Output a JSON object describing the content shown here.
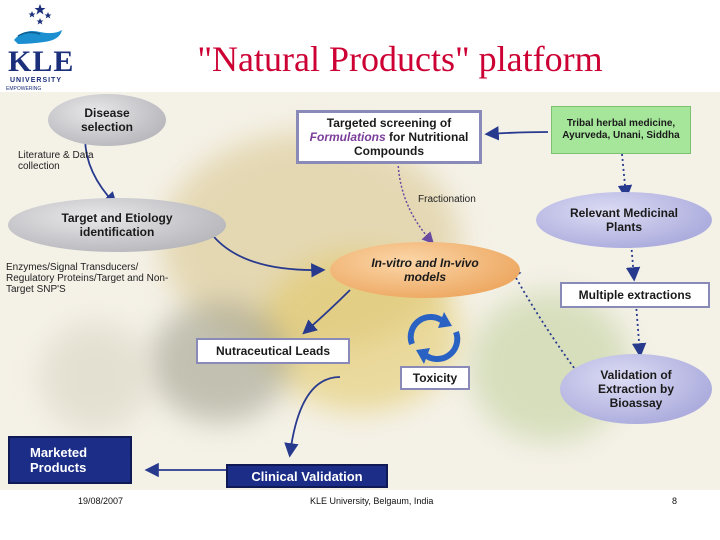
{
  "slide": {
    "title": "\"Natural Products\" platform",
    "logo": {
      "name": "KLE",
      "line1": "UNIVERSITY",
      "line2": "EMPOWERING PROFESSIONALS"
    },
    "footer": {
      "date": "19/08/2007",
      "center": "KLE University, Belgaum, India",
      "page": "8"
    }
  },
  "diagram": {
    "nodes": {
      "disease_selection": "Disease selection",
      "target_etiology": "Target and Etiology identification",
      "targeted_screening_pre": "Targeted screening of",
      "targeted_screening_italic": "Formulations",
      "targeted_screening_post": "for Nutritional Compounds",
      "tribal": "Tribal herbal medicine, Ayurveda, Unani, Siddha",
      "relevant_plants": "Relevant Medicinal Plants",
      "invitro": "In-vitro and In-vivo models",
      "multiple_extractions": "Multiple extractions",
      "nutraceutical_leads": "Nutraceutical Leads",
      "toxicity": "Toxicity",
      "validation": "Validation of Extraction by Bioassay",
      "marketed_products": "Marketed Products",
      "clinical_validation": "Clinical Validation"
    },
    "labels": {
      "literature": "Literature & Data collection",
      "fractionation": "Fractionation",
      "enzymes": "Enzymes/Signal Transducers/ Regulatory Proteins/Target and Non-Target SNP'S"
    }
  }
}
